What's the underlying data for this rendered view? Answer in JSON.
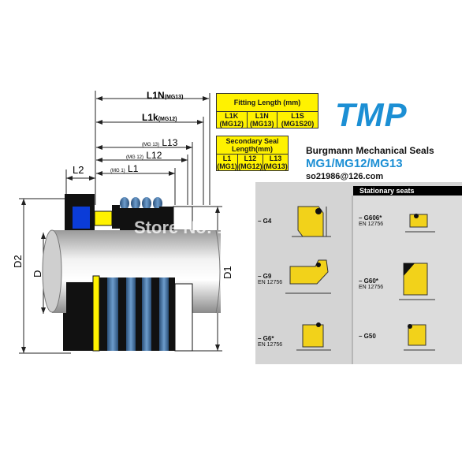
{
  "brand": {
    "logo": "TMP",
    "title": "Burgmann Mechanical Seals",
    "models": "MG1/MG12/MG13",
    "email": "so21986@126.com"
  },
  "watermark": "Store No: 1",
  "dimensions": {
    "L1N": "L1N",
    "L1N_sub": "(MG13)",
    "L1k": "L1k",
    "L1k_sub": "(MG12)",
    "L13_pre": "(MG 13)",
    "L13": "L13",
    "L12_pre": "(MG 12)",
    "L12": "L12",
    "L1_pre": "(MG 1)",
    "L1": "L1",
    "L2": "L2",
    "D2": "D2",
    "D": "D",
    "D1": "D1"
  },
  "fitting_table": {
    "title": "Fitting Length (mm)",
    "cols": [
      {
        "name": "L1K",
        "sub": "(MG12)"
      },
      {
        "name": "L1N",
        "sub": "(MG13)"
      },
      {
        "name": "L1S",
        "sub": "(MG1S20)"
      }
    ]
  },
  "secondary_table": {
    "title": "Secondary Seal Length(mm)",
    "cols": [
      {
        "name": "L1",
        "sub": "(MG1)"
      },
      {
        "name": "L12",
        "sub": "(MG12)"
      },
      {
        "name": "L13",
        "sub": "(MG13)"
      }
    ]
  },
  "stationary": {
    "header": "Stationary seats",
    "items": [
      {
        "code": "– G4",
        "std": ""
      },
      {
        "code": "– G9",
        "std": "EN 12756"
      },
      {
        "code": "– G6*",
        "std": "EN 12756"
      },
      {
        "code": "– G606*",
        "std": "EN 12756"
      },
      {
        "code": "– G60*",
        "std": "EN 12756"
      },
      {
        "code": "– G50",
        "std": ""
      }
    ]
  },
  "colors": {
    "brand_blue": "#1c8fd4",
    "table_yellow": "#fff200",
    "seal_blue": "#0b3cd8",
    "spring_blue": "#3a6a9c",
    "panel_gray": "#d4d4d4"
  }
}
